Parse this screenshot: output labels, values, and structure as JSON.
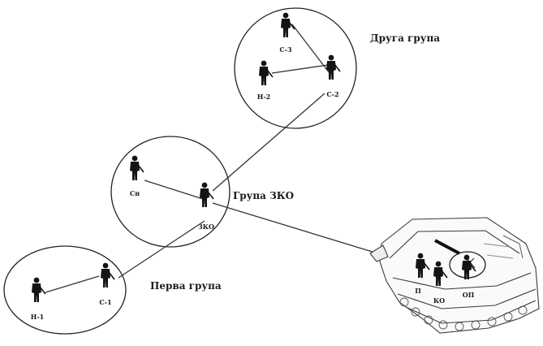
{
  "groups": {
    "first": "Перва група",
    "second": "Друга група",
    "command": "Група ЗКО"
  },
  "soldiers": {
    "c3_top": "С-3",
    "h2": "Н-2",
    "c2": "С-2",
    "cn": "Сн",
    "zko": "ЗКО",
    "h1": "Н-1",
    "c1": "С-1"
  },
  "vehicle": {
    "p": "П",
    "ko": "КО",
    "op": "ОП"
  }
}
